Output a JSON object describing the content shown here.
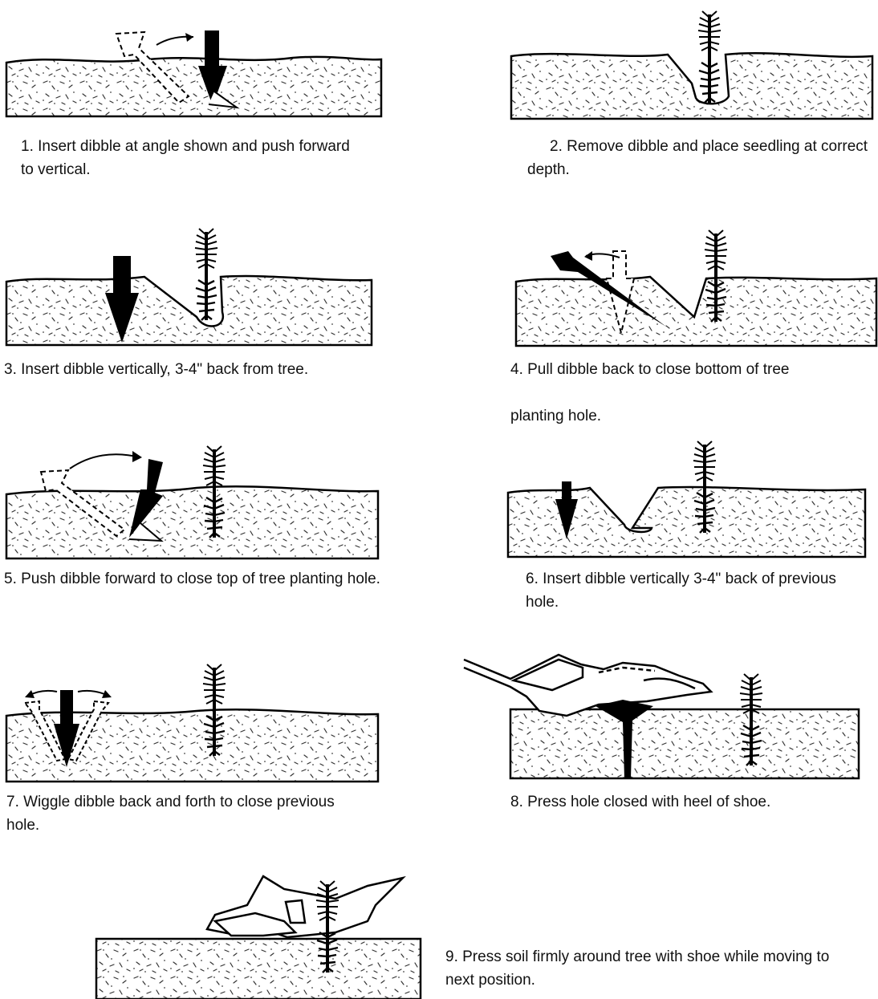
{
  "steps": [
    {
      "text": "1.  Insert dibble at angle shown and push forward to vertical."
    },
    {
      "text": "2.  Remove dibble and place seedling at correct depth."
    },
    {
      "text": "3.  Insert dibble vertically, 3-4\" back from tree."
    },
    {
      "text": "4.  Pull dibble back to close bottom of tree"
    },
    {
      "text": "planting hole."
    },
    {
      "text": "5.  Push dibble forward to close top of tree planting hole."
    },
    {
      "text": "6.  Insert dibble vertically 3-4\" back of previous hole."
    },
    {
      "text": "7.  Wiggle dibble back and forth to close previous hole."
    },
    {
      "text": "8.  Press hole closed with heel of shoe."
    },
    {
      "text": "9.  Press soil firmly around tree with shoe while moving to next position."
    }
  ]
}
